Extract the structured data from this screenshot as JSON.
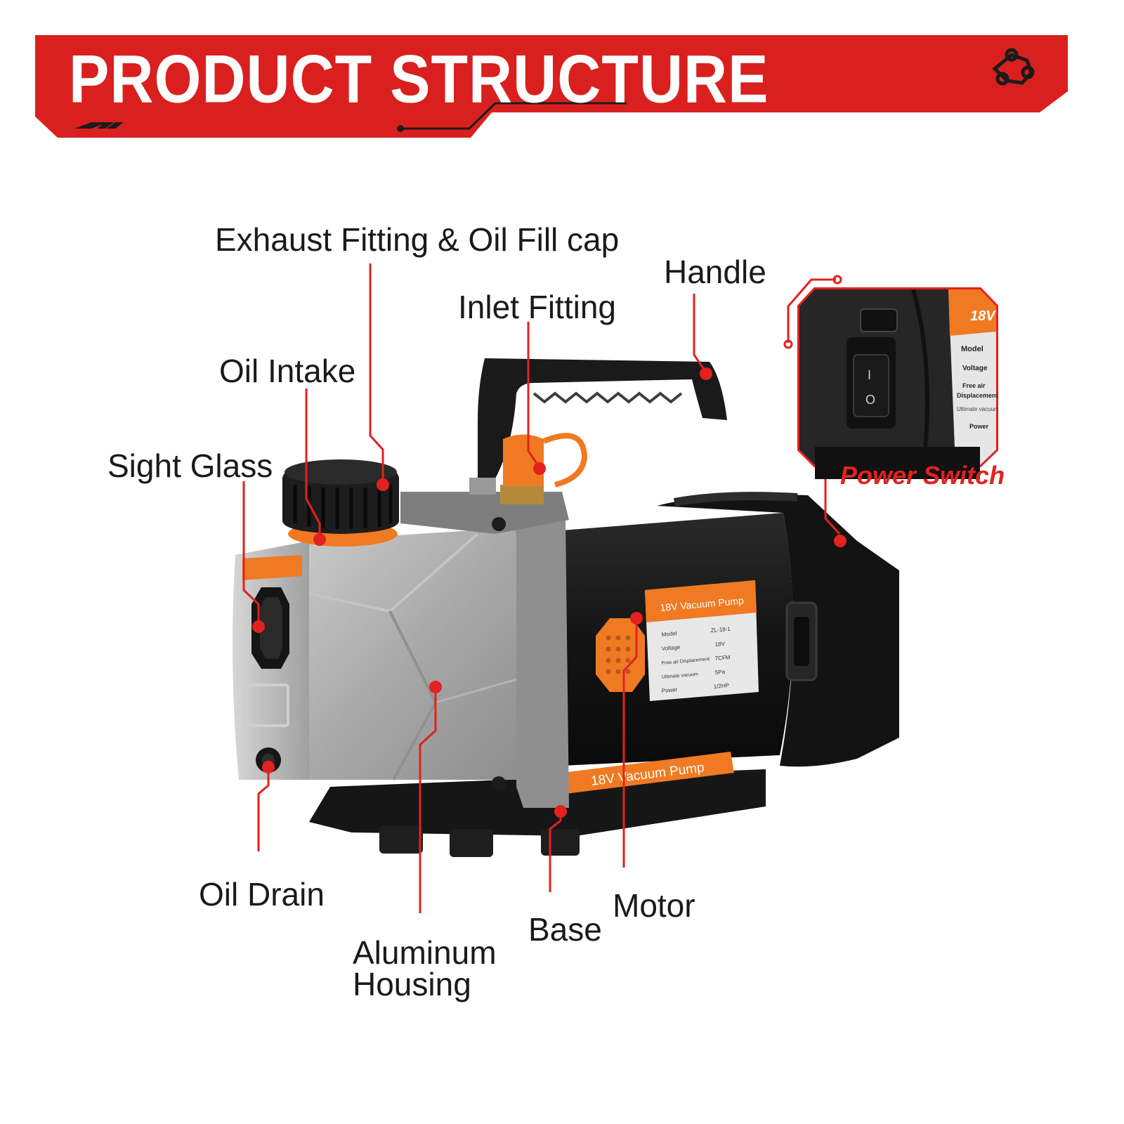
{
  "banner": {
    "title": "PRODUCT STRUCTURE",
    "color": "#d9201e"
  },
  "labels": {
    "exhaust": "Exhaust Fitting & Oil Fill cap",
    "handle": "Handle",
    "inlet": "Inlet Fitting",
    "oil_intake": "Oil Intake",
    "sight_glass": "Sight Glass",
    "oil_drain": "Oil Drain",
    "aluminum_line1": "Aluminum",
    "aluminum_line2": "Housing",
    "base": "Base",
    "motor": "Motor"
  },
  "inset": {
    "caption": "Power Switch",
    "switch_on": "I",
    "switch_off": "O",
    "plate_header": "18V",
    "plate_rows": [
      "Model",
      "Voltage",
      "Free air",
      "Displacement",
      "Ultimate vacuum",
      "Power"
    ]
  },
  "nameplate": {
    "header": "18V Vacuum Pump",
    "rows": [
      {
        "key": "Model",
        "value": "ZL-18-1"
      },
      {
        "key": "Voltage",
        "value": "18V"
      },
      {
        "key": "Free air Displacement",
        "value": "7CFM"
      },
      {
        "key": "Ultimate vacuum",
        "value": "5Pa"
      },
      {
        "key": "Power",
        "value": "1/2HP"
      }
    ]
  },
  "base_strip": "18V Vacuum Pump",
  "colors": {
    "accent": "#e3211f",
    "orange": "#f07a22",
    "dark": "#161616",
    "aluminum": "#a9a9a9"
  }
}
